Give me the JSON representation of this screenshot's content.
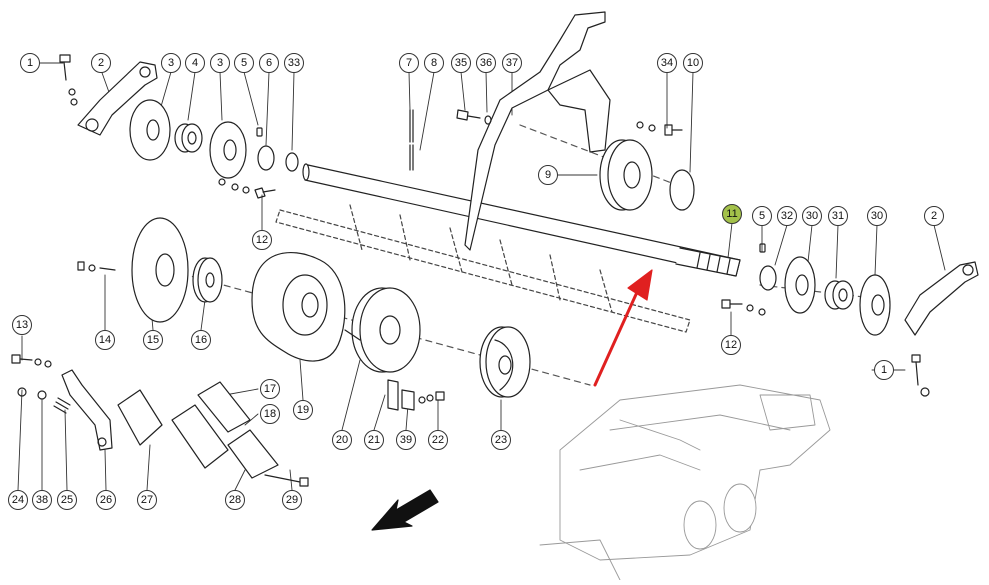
{
  "diagram": {
    "callouts": [
      {
        "id": "c1a",
        "label": "1"
      },
      {
        "id": "c2a",
        "label": "2"
      },
      {
        "id": "c3a",
        "label": "3"
      },
      {
        "id": "c4",
        "label": "4"
      },
      {
        "id": "c3b",
        "label": "3"
      },
      {
        "id": "c5a",
        "label": "5"
      },
      {
        "id": "c6",
        "label": "6"
      },
      {
        "id": "c33",
        "label": "33"
      },
      {
        "id": "c7",
        "label": "7"
      },
      {
        "id": "c8",
        "label": "8"
      },
      {
        "id": "c35",
        "label": "35"
      },
      {
        "id": "c36",
        "label": "36"
      },
      {
        "id": "c37",
        "label": "37"
      },
      {
        "id": "c34",
        "label": "34"
      },
      {
        "id": "c10",
        "label": "10"
      },
      {
        "id": "c9",
        "label": "9"
      },
      {
        "id": "c11",
        "label": "11",
        "highlight": true
      },
      {
        "id": "c5b",
        "label": "5"
      },
      {
        "id": "c32",
        "label": "32"
      },
      {
        "id": "c30a",
        "label": "30"
      },
      {
        "id": "c31",
        "label": "31"
      },
      {
        "id": "c30b",
        "label": "30"
      },
      {
        "id": "c2b",
        "label": "2"
      },
      {
        "id": "c12a",
        "label": "12"
      },
      {
        "id": "c12b",
        "label": "12"
      },
      {
        "id": "c14",
        "label": "14"
      },
      {
        "id": "c15",
        "label": "15"
      },
      {
        "id": "c16",
        "label": "16"
      },
      {
        "id": "c19",
        "label": "19"
      },
      {
        "id": "c20",
        "label": "20"
      },
      {
        "id": "c21",
        "label": "21"
      },
      {
        "id": "c39",
        "label": "39"
      },
      {
        "id": "c22",
        "label": "22"
      },
      {
        "id": "c23",
        "label": "23"
      },
      {
        "id": "c1b",
        "label": "1"
      },
      {
        "id": "c13",
        "label": "13"
      },
      {
        "id": "c17",
        "label": "17"
      },
      {
        "id": "c18",
        "label": "18"
      },
      {
        "id": "c24",
        "label": "24"
      },
      {
        "id": "c38",
        "label": "38"
      },
      {
        "id": "c25",
        "label": "25"
      },
      {
        "id": "c26",
        "label": "26"
      },
      {
        "id": "c27",
        "label": "27"
      },
      {
        "id": "c28",
        "label": "28"
      },
      {
        "id": "c29",
        "label": "29"
      }
    ],
    "highlight_color": "#a3c14a",
    "arrow_color": "#e02020"
  }
}
